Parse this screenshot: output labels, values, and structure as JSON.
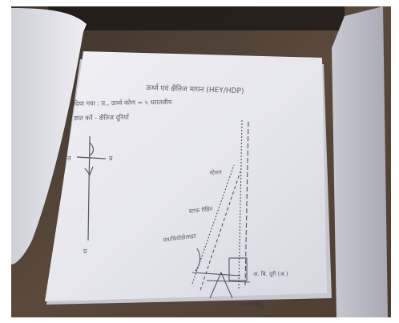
{
  "scene": {
    "subject": "photo-of-handwritten-page",
    "colors": {
      "frame": "#ffffff",
      "background_dark": "#2a2623",
      "background_brown": "#5b4a3b",
      "paper": "#e8e8ee",
      "paper_shadow": "#b8b8c2",
      "ink": "#2f3346"
    }
  },
  "note": {
    "title": "ऊर्ध्व एवं क्षैतिज मापन (HEY/HDP)",
    "line1": "दिया गया : प्र., ऊर्ध्व कोण = ५ धरातलीय",
    "line2": "ज्ञात करें - क्षैतिज दूरियाँ",
    "label_left": "त",
    "label_right": "प्र",
    "label_bottom": "प्र",
    "label_station": "स्टेशन",
    "label_staff": "स्टाफ़ रीडिंग",
    "label_instrument": "यंत्र/थियोडोलाइट",
    "label_point": "अ. बि. दूरी (अ.)",
    "label_base": "आधार बिंदु"
  }
}
